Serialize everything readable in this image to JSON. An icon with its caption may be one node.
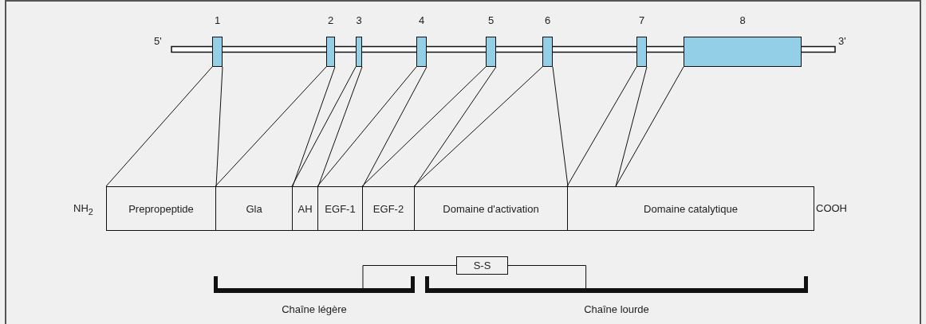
{
  "diagram": {
    "nodes": [
      {
        "text": [
          "1"
        ]
      },
      {
        "text": [
          "2"
        ]
      },
      {
        "text": [
          "3"
        ]
      },
      {
        "text": [
          "4"
        ]
      },
      {
        "text": [
          "5"
        ]
      },
      {
        "text": [
          "6"
        ]
      },
      {
        "text": [
          "7"
        ]
      },
      {
        "text": [
          "8"
        ]
      },
      {
        "text": [
          "Prepropeptide"
        ]
      },
      {
        "text": [
          "Gla"
        ]
      },
      {
        "text": [
          "AH"
        ]
      },
      {
        "text": [
          "EGF-1"
        ]
      },
      {
        "text": [
          "EGF-2"
        ]
      },
      {
        "text": [
          "Domaine d'activation"
        ]
      },
      {
        "text": [
          "Domaine catalytique"
        ]
      },
      {
        "text": [
          "S-S"
        ]
      },
      {
        "text": [
          "Chaîne légère"
        ]
      },
      {
        "text": [
          "Chaîne lourde"
        ]
      }
    ],
    "edges": [
      {
        "from": 0,
        "to": 8,
        "arrow": "none"
      },
      {
        "from": 0,
        "to": 8,
        "arrow": "none"
      },
      {
        "from": 1,
        "to": 9,
        "arrow": "none"
      },
      {
        "from": 1,
        "to": 9,
        "arrow": "none"
      },
      {
        "from": 2,
        "to": 10,
        "arrow": "none"
      },
      {
        "from": 2,
        "to": 10,
        "arrow": "none"
      },
      {
        "from": 3,
        "to": 11,
        "arrow": "none"
      },
      {
        "from": 3,
        "to": 11,
        "arrow": "none"
      },
      {
        "from": 4,
        "to": 12,
        "arrow": "none"
      },
      {
        "from": 4,
        "to": 12,
        "arrow": "none"
      },
      {
        "from": 5,
        "to": 13,
        "arrow": "none"
      },
      {
        "from": 5,
        "to": 13,
        "arrow": "none"
      },
      {
        "from": 6,
        "to": 14,
        "arrow": "none"
      },
      {
        "from": 6,
        "to": 14,
        "arrow": "none"
      },
      {
        "from": 7,
        "to": 14,
        "arrow": "none"
      },
      {
        "from": 15,
        "to": 16,
        "arrow": "none"
      },
      {
        "from": 15,
        "to": 17,
        "arrow": "none"
      }
    ],
    "labels": [
      "5'",
      "3'",
      "NH$_{2}$",
      "COOH"
    ]
  }
}
